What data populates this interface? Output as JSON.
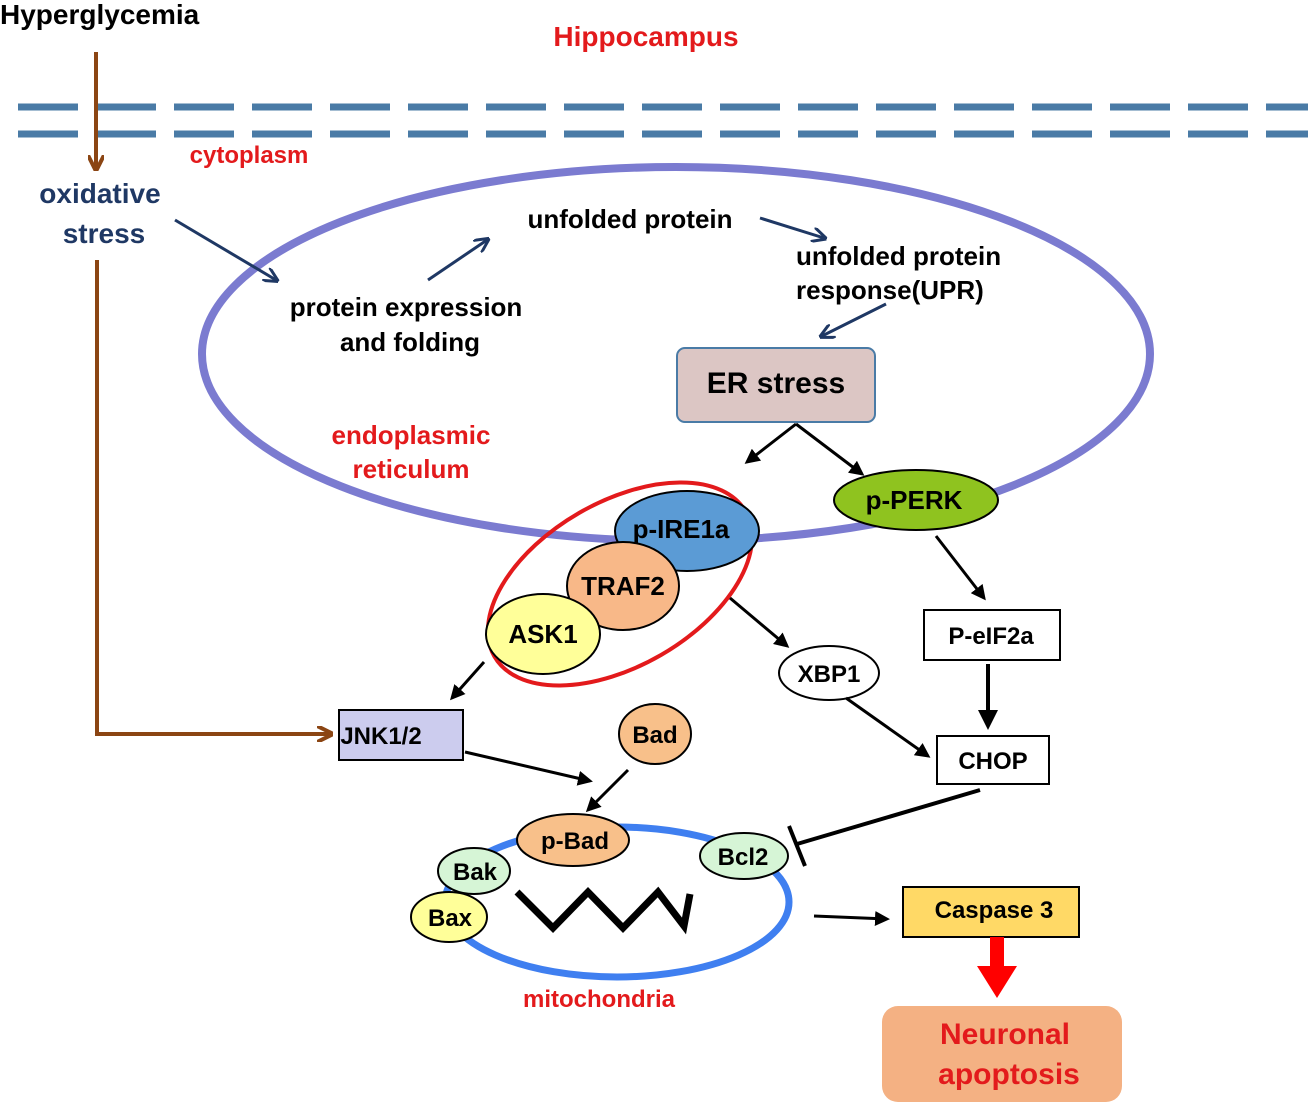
{
  "labels": {
    "hyperglycemia": "Hyperglycemia",
    "hippocampus": "Hippocampus",
    "cytoplasm": "cytoplasm",
    "oxidative_1": "oxidative",
    "oxidative_2": "stress",
    "unfolded_protein": "unfolded protein",
    "upr_1": "unfolded protein",
    "upr_2": "response(UPR)",
    "protein_expr_1": "protein expression",
    "protein_expr_2": "and folding",
    "er_stress": "ER stress",
    "er_1": "endoplasmic",
    "er_2": "reticulum",
    "p_perk": "p-PERK",
    "p_ire1a": "p-IRE1a",
    "traf2": "TRAF2",
    "ask1": "ASK1",
    "p_eif2a": "P-eIF2a",
    "xbp1": "XBP1",
    "jnk": "JNK1/2",
    "bad": "Bad",
    "chop": "CHOP",
    "p_bad": "p-Bad",
    "bak": "Bak",
    "bcl2": "Bcl2",
    "bax": "Bax",
    "caspase3": "Caspase 3",
    "mitochondria": "mitochondria",
    "apoptosis_1": "Neuronal",
    "apoptosis_2": "apoptosis"
  },
  "colors": {
    "red_label": "#e31a1c",
    "navy": "#1f3864",
    "brown": "#8b4513",
    "membrane": "#4a7ba6",
    "er_ellipse": "#7b7bd0",
    "mito": "#3f7ff0",
    "er_stress_fill": "#dcc6c4",
    "perk_fill": "#8fc31f",
    "ire1a_fill": "#5b9bd5",
    "traf2_fill": "#f8b888",
    "ask1_fill": "#ffff99",
    "jnk_fill": "#ccccee",
    "bad_fill": "#f8c08a",
    "bak_fill": "#d6f5d6",
    "bax_fill": "#ffff99",
    "caspase_fill": "#ffd966",
    "apoptosis_fill": "#f4b183"
  }
}
